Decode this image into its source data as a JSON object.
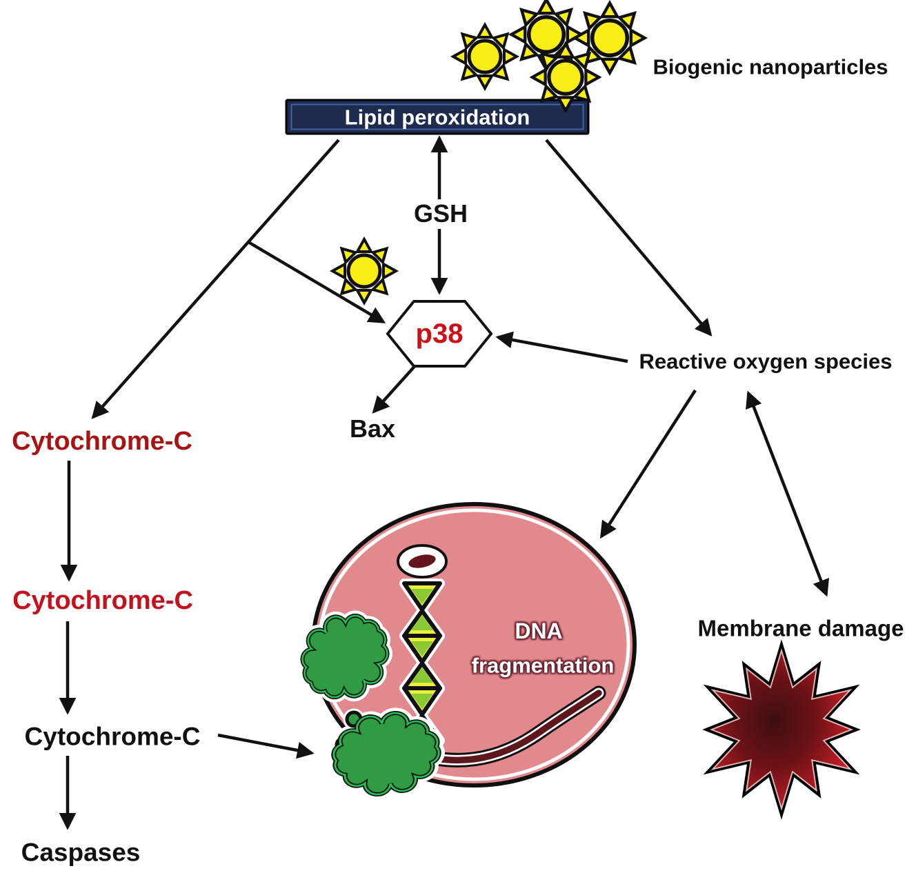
{
  "figure": {
    "nanoparticles_label": "Biogenic nanoparticles",
    "lipid_box_label": "Lipid peroxidation",
    "gsh_label": "GSH",
    "p38_label": "p38",
    "bax_label": "Bax",
    "ros_label": "Reactive oxygen species",
    "cytochrome_c_1": "Cytochrome-C",
    "cytochrome_c_2": "Cytochrome-C",
    "cytochrome_c_3": "Cytochrome-C",
    "caspases_label": "Caspases",
    "dna_label_line1": "DNA",
    "dna_label_line2": "fragmentation",
    "membrane_damage_label": "Membrane damage"
  },
  "icons": {
    "nanoparticle-sun-icon": "yellow sun-burst nanoparticle",
    "p38-hexagon": "white hexagon node",
    "cell-body": "pink cell ellipse",
    "nucleolus-icon": "white ring with dark red core",
    "dna-ladder-icon": "stacked yellow-green triangles",
    "dna-fragment-icon": "dark red S-shaped fragment",
    "apoptotic-body-icon": "green scalloped clouds",
    "membrane-damage-burst-icon": "dark red starburst"
  },
  "colors": {
    "box_fill": "#1c2b4e",
    "box_inner_border": "#44639e",
    "p38_red": "#cc1016",
    "cytochrome_dark_red": "#a81414",
    "cytochrome_bright_red": "#c2121e",
    "cell_pink": "#e2898d",
    "cloud_green": "#2f9b43",
    "cloud_green_rim": "#25c153",
    "sun_yellow": "#f9ee16",
    "burst_red": "#c42128",
    "worm_maroon": "#5e181d",
    "dna_triangle_yellow": "#e9ef3f",
    "dna_triangle_green": "#8bc934",
    "arrow_black": "#111111"
  }
}
